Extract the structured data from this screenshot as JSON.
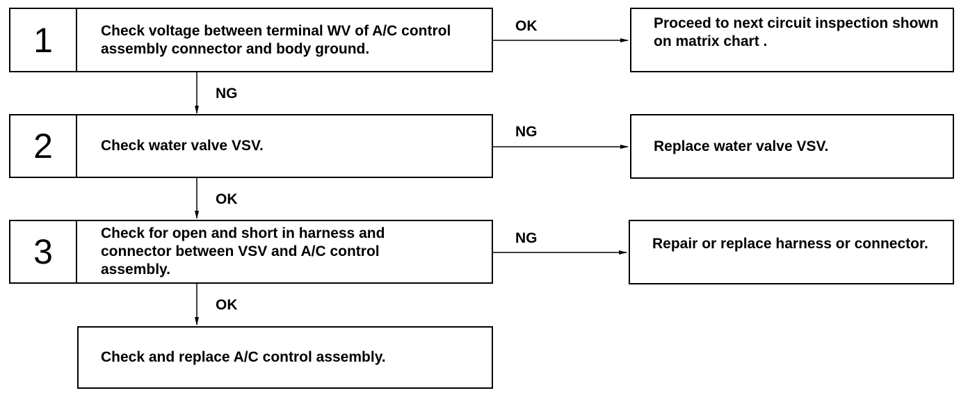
{
  "steps": [
    {
      "number": "1",
      "text": "Check voltage between terminal WV of A/C control assembly connector and body ground."
    },
    {
      "number": "2",
      "text": "Check water valve VSV."
    },
    {
      "number": "3",
      "text": "Check for open and short in harness and connector between VSV and A/C control assembly."
    }
  ],
  "final_step": {
    "text": "Check and replace A/C control assembly."
  },
  "results": [
    {
      "text": "Proceed to next circuit inspection shown on matrix chart ."
    },
    {
      "text": "Replace water valve VSV."
    },
    {
      "text": "Repair or replace harness or connector."
    }
  ],
  "branch_labels": {
    "step1_right": "OK",
    "step1_down": "NG",
    "step2_right": "NG",
    "step2_down": "OK",
    "step3_right": "NG",
    "step3_down": "OK"
  }
}
